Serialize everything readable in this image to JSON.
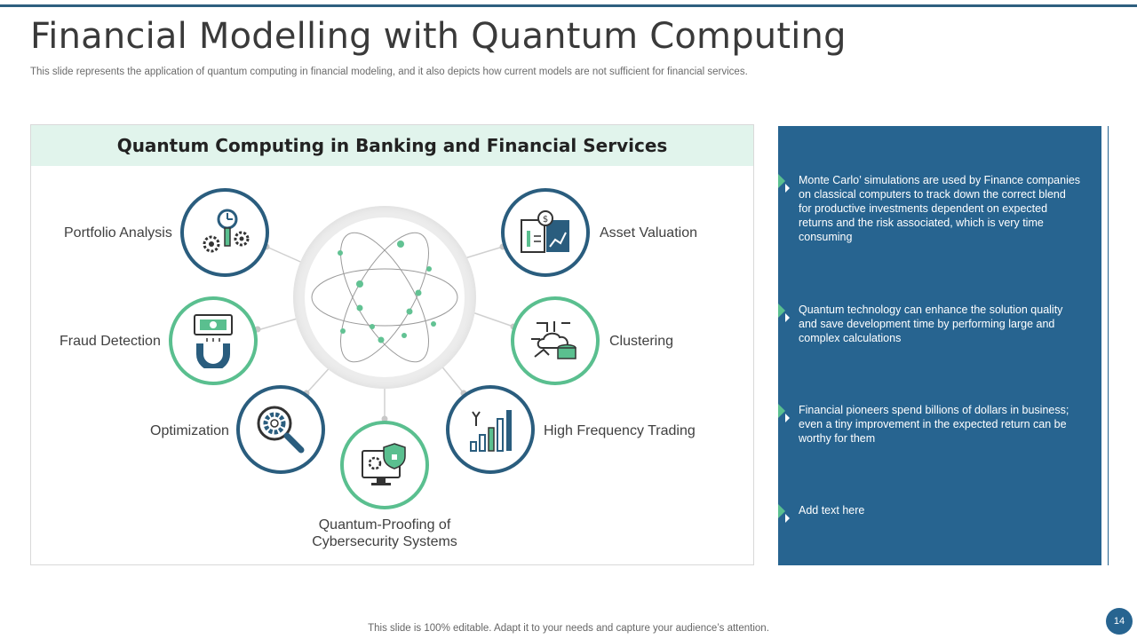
{
  "header": {
    "title": "Financial Modelling with Quantum Computing",
    "subtitle": "This slide represents the application of quantum computing in financial modeling, and it also depicts how current models are not sufficient for financial services."
  },
  "panel": {
    "heading": "Quantum Computing in Banking and Financial Services",
    "items": [
      {
        "label": "Portfolio Analysis",
        "icon": "portfolio-gears-icon",
        "ring": "blue"
      },
      {
        "label": "Fraud Detection",
        "icon": "money-magnet-icon",
        "ring": "green"
      },
      {
        "label": "Optimization",
        "icon": "gear-magnifier-icon",
        "ring": "blue"
      },
      {
        "label": "Quantum-Proofing  of Cybersecurity Systems",
        "icon": "secure-monitor-icon",
        "ring": "green"
      },
      {
        "label": "High Frequency Trading",
        "icon": "bar-chart-signal-icon",
        "ring": "blue"
      },
      {
        "label": "Clustering",
        "icon": "cloud-database-icon",
        "ring": "green"
      },
      {
        "label": "Asset Valuation",
        "icon": "asset-report-icon",
        "ring": "blue"
      }
    ]
  },
  "side_points": [
    "Monte Carlo’ simulations are used by Finance companies on classical computers to track down the correct blend for productive investments dependent on expected returns and the risk associated, which is very time consuming",
    "Quantum technology can enhance the solution quality and save development  time by performing large  and complex calculations",
    "Financial pioneers  spend billions of dollars in business; even  a tiny improvement  in the expected return can be worthy for them",
    "Add text here"
  ],
  "footer": {
    "note": "This slide is 100% editable. Adapt it to your needs and capture your audience’s attention.",
    "page": "14"
  },
  "colors": {
    "blue": "#2a5d7e",
    "green": "#5abf8f",
    "panel_head_bg": "#e1f4ec",
    "side_bg": "#276490"
  }
}
